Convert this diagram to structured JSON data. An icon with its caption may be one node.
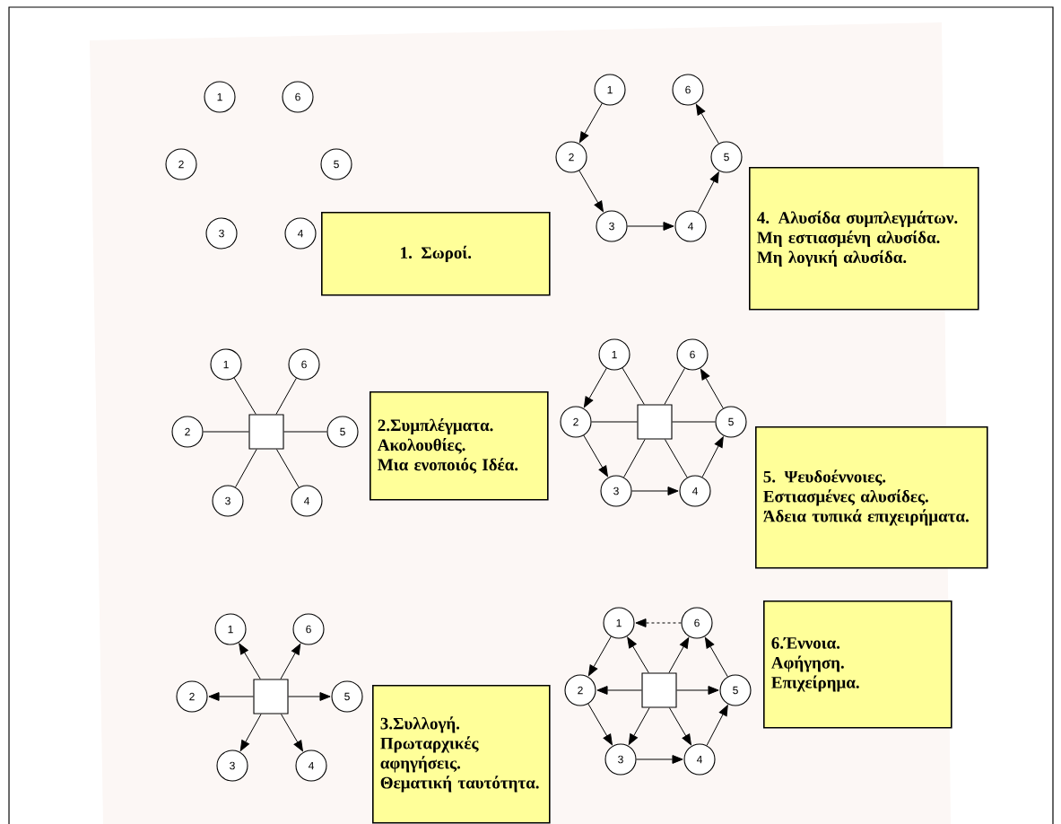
{
  "diagram": {
    "nodes": [
      {
        "text": [
          "1"
        ]
      },
      {
        "text": [
          "6"
        ]
      },
      {
        "text": [
          "2"
        ]
      },
      {
        "text": [
          "5"
        ]
      },
      {
        "text": [
          "3"
        ]
      },
      {
        "text": [
          "4"
        ]
      },
      {
        "text": [
          "1. Σωροί."
        ]
      },
      {
        "text": [
          "1"
        ]
      },
      {
        "text": [
          "6"
        ]
      },
      {
        "text": [
          "2"
        ]
      },
      {
        "text": [
          "5"
        ]
      },
      {
        "text": [
          "3"
        ]
      },
      {
        "text": [
          "4"
        ]
      },
      {
        "text": [
          "4. Αλυσίδα συμπλεγμάτων.",
          "Μη εστιασμένη αλυσίδα.",
          "Μη λογική αλυσίδα."
        ]
      },
      {
        "text": [
          "1"
        ]
      },
      {
        "text": [
          "6"
        ]
      },
      {
        "text": [
          "2"
        ]
      },
      {
        "text": [
          "5"
        ]
      },
      {
        "text": [
          "3"
        ]
      },
      {
        "text": [
          "4"
        ]
      },
      {
        "text": [],
        "shape": "box"
      },
      {
        "text": [
          "2.Συμπλέγματα.",
          "Ακολουθίες.",
          "Μια ενοποιός Ιδέα."
        ]
      },
      {
        "text": [
          "1"
        ]
      },
      {
        "text": [
          "6"
        ]
      },
      {
        "text": [
          "2"
        ]
      },
      {
        "text": [
          "5"
        ]
      },
      {
        "text": [
          "3"
        ]
      },
      {
        "text": [
          "4"
        ]
      },
      {
        "text": [],
        "shape": "box"
      },
      {
        "text": [
          "5. Ψευδοέννοιες.",
          "Εστιασμένες αλυσίδες.",
          "Άδεια τυπικά επιχειρήματα."
        ]
      },
      {
        "text": [
          "1"
        ]
      },
      {
        "text": [
          "6"
        ]
      },
      {
        "text": [
          "2"
        ]
      },
      {
        "text": [
          "5"
        ]
      },
      {
        "text": [
          "3"
        ]
      },
      {
        "text": [
          "4"
        ]
      },
      {
        "text": [],
        "shape": "box"
      },
      {
        "text": [
          "3.Συλλογή.",
          "Πρωταρχικές αφηγήσεις.",
          "Θεματική ταυτότητα."
        ]
      },
      {
        "text": [
          "1"
        ]
      },
      {
        "text": [
          "6"
        ]
      },
      {
        "text": [
          "2"
        ]
      },
      {
        "text": [
          "5"
        ]
      },
      {
        "text": [
          "3"
        ]
      },
      {
        "text": [
          "4"
        ]
      },
      {
        "text": [],
        "shape": "box"
      },
      {
        "text": [
          "6.Έννοια.",
          "Αφήγηση.",
          "Επιχείρημα."
        ]
      }
    ],
    "edges": [
      {
        "from": 7,
        "to": 9,
        "arrow": "to"
      },
      {
        "from": 9,
        "to": 11,
        "arrow": "to"
      },
      {
        "from": 11,
        "to": 12,
        "arrow": "to"
      },
      {
        "from": 12,
        "to": 10,
        "arrow": "to"
      },
      {
        "from": 10,
        "to": 8,
        "arrow": "to"
      },
      {
        "from": 20,
        "to": 14,
        "arrow": "none"
      },
      {
        "from": 20,
        "to": 15,
        "arrow": "none"
      },
      {
        "from": 20,
        "to": 16,
        "arrow": "none"
      },
      {
        "from": 20,
        "to": 17,
        "arrow": "none"
      },
      {
        "from": 20,
        "to": 18,
        "arrow": "none"
      },
      {
        "from": 20,
        "to": 19,
        "arrow": "none"
      },
      {
        "from": 28,
        "to": 22,
        "arrow": "none"
      },
      {
        "from": 28,
        "to": 23,
        "arrow": "none"
      },
      {
        "from": 28,
        "to": 24,
        "arrow": "none"
      },
      {
        "from": 28,
        "to": 25,
        "arrow": "none"
      },
      {
        "from": 28,
        "to": 26,
        "arrow": "none"
      },
      {
        "from": 28,
        "to": 27,
        "arrow": "none"
      },
      {
        "from": 22,
        "to": 24,
        "arrow": "to"
      },
      {
        "from": 24,
        "to": 26,
        "arrow": "to"
      },
      {
        "from": 26,
        "to": 27,
        "arrow": "to"
      },
      {
        "from": 27,
        "to": 25,
        "arrow": "to"
      },
      {
        "from": 25,
        "to": 23,
        "arrow": "to"
      },
      {
        "from": 36,
        "to": 30,
        "arrow": "to"
      },
      {
        "from": 36,
        "to": 31,
        "arrow": "to"
      },
      {
        "from": 36,
        "to": 32,
        "arrow": "to"
      },
      {
        "from": 36,
        "to": 33,
        "arrow": "to"
      },
      {
        "from": 36,
        "to": 34,
        "arrow": "to"
      },
      {
        "from": 36,
        "to": 35,
        "arrow": "to"
      },
      {
        "from": 44,
        "to": 38,
        "arrow": "to"
      },
      {
        "from": 44,
        "to": 39,
        "arrow": "to"
      },
      {
        "from": 44,
        "to": 40,
        "arrow": "to"
      },
      {
        "from": 44,
        "to": 41,
        "arrow": "to"
      },
      {
        "from": 44,
        "to": 42,
        "arrow": "to"
      },
      {
        "from": 44,
        "to": 43,
        "arrow": "to"
      },
      {
        "from": 38,
        "to": 40,
        "arrow": "to"
      },
      {
        "from": 40,
        "to": 42,
        "arrow": "to"
      },
      {
        "from": 42,
        "to": 43,
        "arrow": "to"
      },
      {
        "from": 43,
        "to": 41,
        "arrow": "to"
      },
      {
        "from": 41,
        "to": 39,
        "arrow": "to"
      },
      {
        "from": 39,
        "to": 38,
        "arrow": "to",
        "style": "dashed"
      }
    ]
  }
}
